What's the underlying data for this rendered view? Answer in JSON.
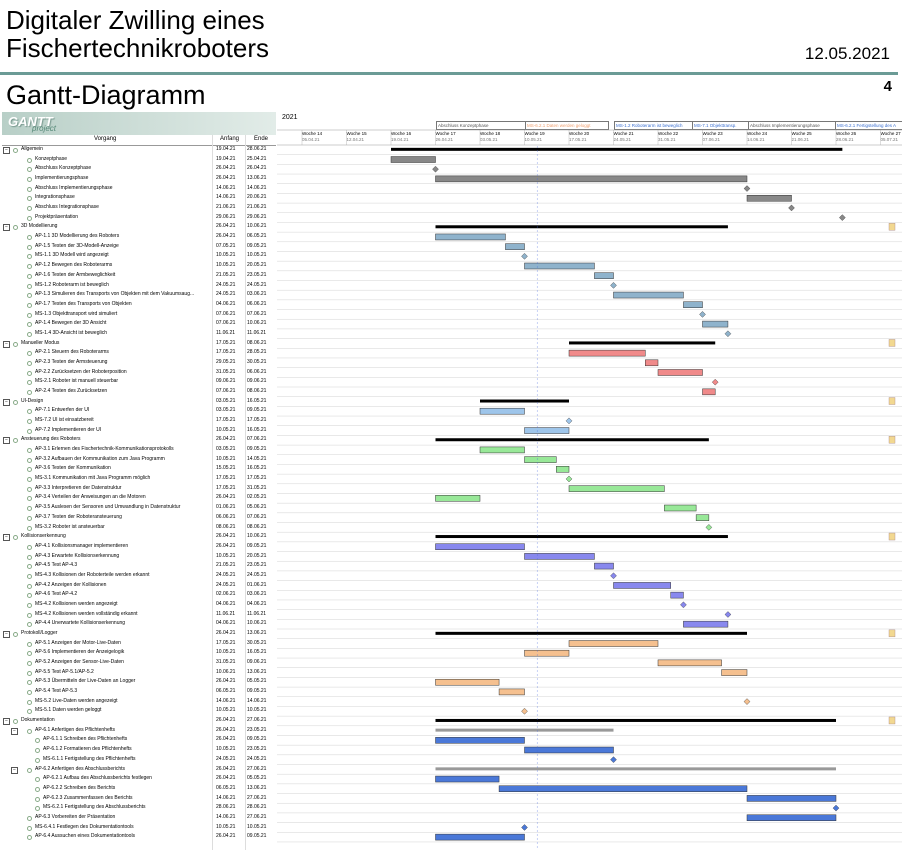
{
  "document": {
    "title_line1": "Digitaler Zwilling eines",
    "title_line2": "Fischertechnikroboters",
    "date": "12.05.2021",
    "subtitle": "Gantt-Diagramm",
    "page_number": "4"
  },
  "logo": {
    "brand": "GANTT",
    "tag": "project"
  },
  "columns": {
    "task": "Vorgang",
    "start": "Anfang",
    "end": "Ende"
  },
  "timeline": {
    "year": "2021",
    "weeks": [
      {
        "label": "Woche 14",
        "date": "05.04.21"
      },
      {
        "label": "Woche 15",
        "date": "12.04.21"
      },
      {
        "label": "Woche 16",
        "date": "19.04.21"
      },
      {
        "label": "Woche 17",
        "date": "26.04.21"
      },
      {
        "label": "Woche 18",
        "date": "03.05.21"
      },
      {
        "label": "Woche 19",
        "date": "10.05.21"
      },
      {
        "label": "Woche 20",
        "date": "17.05.21"
      },
      {
        "label": "Woche 21",
        "date": "24.05.21"
      },
      {
        "label": "Woche 22",
        "date": "31.05.21"
      },
      {
        "label": "Woche 23",
        "date": "07.06.21"
      },
      {
        "label": "Woche 24",
        "date": "14.06.21"
      },
      {
        "label": "Woche 25",
        "date": "21.06.21"
      },
      {
        "label": "Woche 26",
        "date": "28.06.21"
      },
      {
        "label": "Woche 27",
        "date": "05.07.21"
      }
    ],
    "milestone_labels": [
      {
        "text": "Abschluss Konzeptphase",
        "color": "#555555"
      },
      {
        "text": "MS-6.2.1 Daten werden geloggt",
        "color": "#f0a070"
      },
      {
        "text": "MS-1.2 Roboterarm ist beweglich",
        "color": "#3a6fd0"
      },
      {
        "text": "MS-7.1 Objekttransp.",
        "color": "#3a6fd0"
      },
      {
        "text": "Abschluss Implementierungsphase",
        "color": "#555555"
      },
      {
        "text": "MS-6.2.1 Fertigstellung des A",
        "color": "#3a6fd0"
      }
    ]
  },
  "colors": {
    "gray": "#888888",
    "blue": "#8fb3cc",
    "red": "#f08a8a",
    "lightblue": "#9ec5ea",
    "green": "#98e898",
    "violet": "#8888ee",
    "orange": "#f5c08f",
    "docblue": "#4a78d8"
  },
  "tasks": [
    {
      "name": "Allgemein",
      "start": "19.04.21",
      "end": "28.06.21",
      "level": 0,
      "type": "summary",
      "color": "gray",
      "toggle": "−"
    },
    {
      "name": "Konzeptphase",
      "start": "19.04.21",
      "end": "25.04.21",
      "level": 1,
      "type": "task",
      "color": "gray"
    },
    {
      "name": "Abschluss Konzeptphase",
      "start": "26.04.21",
      "end": "26.04.21",
      "level": 1,
      "type": "milestone",
      "color": "gray"
    },
    {
      "name": "Implementierungsphase",
      "start": "26.04.21",
      "end": "13.06.21",
      "level": 1,
      "type": "task",
      "color": "gray"
    },
    {
      "name": "Abschluss Implementierungsphase",
      "start": "14.06.21",
      "end": "14.06.21",
      "level": 1,
      "type": "milestone",
      "color": "gray"
    },
    {
      "name": "Integrationsphase",
      "start": "14.06.21",
      "end": "20.06.21",
      "level": 1,
      "type": "task",
      "color": "gray"
    },
    {
      "name": "Abschluss Integrationsphase",
      "start": "21.06.21",
      "end": "21.06.21",
      "level": 1,
      "type": "milestone",
      "color": "gray"
    },
    {
      "name": "Projektpräsentation",
      "start": "29.06.21",
      "end": "29.06.21",
      "level": 1,
      "type": "milestone",
      "color": "gray"
    },
    {
      "name": "3D Modellierung",
      "start": "26.04.21",
      "end": "10.06.21",
      "level": 0,
      "type": "summary",
      "color": "blue",
      "toggle": "−"
    },
    {
      "name": "AP-1.1 3D Modellierung des Roboters",
      "start": "26.04.21",
      "end": "06.05.21",
      "level": 1,
      "type": "task",
      "color": "blue"
    },
    {
      "name": "AP-1.5 Testen der 3D-Modell-Anzeige",
      "start": "07.05.21",
      "end": "09.05.21",
      "level": 1,
      "type": "task",
      "color": "blue"
    },
    {
      "name": "MS-1.1 3D Modell wird angezeigt",
      "start": "10.05.21",
      "end": "10.05.21",
      "level": 1,
      "type": "milestone",
      "color": "blue"
    },
    {
      "name": "AP-1.2 Bewegen des Roboterarms",
      "start": "10.05.21",
      "end": "20.05.21",
      "level": 1,
      "type": "task",
      "color": "blue"
    },
    {
      "name": "AP-1.6 Testen der Armbeweglichkeit",
      "start": "21.05.21",
      "end": "23.05.21",
      "level": 1,
      "type": "task",
      "color": "blue"
    },
    {
      "name": "MS-1.2 Roboterarm ist beweglich",
      "start": "24.05.21",
      "end": "24.05.21",
      "level": 1,
      "type": "milestone",
      "color": "blue"
    },
    {
      "name": "AP-1.3 Simulieren des Transports von Objekten mit dem Vakuumsaug...",
      "start": "24.05.21",
      "end": "03.06.21",
      "level": 1,
      "type": "task",
      "color": "blue"
    },
    {
      "name": "AP-1.7 Testen des Transports von Objekten",
      "start": "04.06.21",
      "end": "06.06.21",
      "level": 1,
      "type": "task",
      "color": "blue"
    },
    {
      "name": "MS-1.3 Objekttransport wird simuliert",
      "start": "07.06.21",
      "end": "07.06.21",
      "level": 1,
      "type": "milestone",
      "color": "blue"
    },
    {
      "name": "AP-1.4 Bewegen der 3D Ansicht",
      "start": "07.06.21",
      "end": "10.06.21",
      "level": 1,
      "type": "task",
      "color": "blue"
    },
    {
      "name": "MS-1.4 3D-Ansicht ist beweglich",
      "start": "11.06.21",
      "end": "11.06.21",
      "level": 1,
      "type": "milestone",
      "color": "blue"
    },
    {
      "name": "Manueller Modus",
      "start": "17.05.21",
      "end": "08.06.21",
      "level": 0,
      "type": "summary",
      "color": "red",
      "toggle": "−"
    },
    {
      "name": "AP-2.1 Steuern des Roboterarms",
      "start": "17.05.21",
      "end": "28.05.21",
      "level": 1,
      "type": "task",
      "color": "red"
    },
    {
      "name": "AP-2.3 Testen der Armsteuerung",
      "start": "29.05.21",
      "end": "30.05.21",
      "level": 1,
      "type": "task",
      "color": "red"
    },
    {
      "name": "AP-2.2 Zurücksetzen der Roboterposition",
      "start": "31.05.21",
      "end": "06.06.21",
      "level": 1,
      "type": "task",
      "color": "red"
    },
    {
      "name": "MS-2.1 Roboter ist manuell steuerbar",
      "start": "09.06.21",
      "end": "09.06.21",
      "level": 1,
      "type": "milestone",
      "color": "red"
    },
    {
      "name": "AP-2.4 Testen des Zurücksetzen",
      "start": "07.06.21",
      "end": "08.06.21",
      "level": 1,
      "type": "task",
      "color": "red"
    },
    {
      "name": "UI-Design",
      "start": "03.05.21",
      "end": "16.05.21",
      "level": 0,
      "type": "summary",
      "color": "lightblue",
      "toggle": "−"
    },
    {
      "name": "AP-7.1 Entwerfen der UI",
      "start": "03.05.21",
      "end": "09.05.21",
      "level": 1,
      "type": "task",
      "color": "lightblue"
    },
    {
      "name": "MS-7.2 UI ist einsatzbereit",
      "start": "17.05.21",
      "end": "17.05.21",
      "level": 1,
      "type": "milestone",
      "color": "lightblue"
    },
    {
      "name": "AP-7.2 Implementieren der UI",
      "start": "10.05.21",
      "end": "16.05.21",
      "level": 1,
      "type": "task",
      "color": "lightblue"
    },
    {
      "name": "Ansteuerung des Roboters",
      "start": "26.04.21",
      "end": "07.06.21",
      "level": 0,
      "type": "summary",
      "color": "green",
      "toggle": "−"
    },
    {
      "name": "AP-3.1 Erlernen des Fischertechnik-Kommunikationsprotokolls",
      "start": "03.05.21",
      "end": "09.05.21",
      "level": 1,
      "type": "task",
      "color": "green"
    },
    {
      "name": "AP-3.2 Aufbauen der Kommunikation zum Java Programm",
      "start": "10.05.21",
      "end": "14.05.21",
      "level": 1,
      "type": "task",
      "color": "green"
    },
    {
      "name": "AP-3.6 Testen der Kommunikation",
      "start": "15.05.21",
      "end": "16.05.21",
      "level": 1,
      "type": "task",
      "color": "green"
    },
    {
      "name": "MS-3.1 Kommunikation mit Java Programm möglich",
      "start": "17.05.21",
      "end": "17.05.21",
      "level": 1,
      "type": "milestone",
      "color": "green"
    },
    {
      "name": "AP-3.3 Interpretieren der Datenstruktur",
      "start": "17.05.21",
      "end": "31.05.21",
      "level": 1,
      "type": "task",
      "color": "green"
    },
    {
      "name": "AP-3.4 Verteilen der Anweisungen an die Motoren",
      "start": "26.04.21",
      "end": "02.05.21",
      "level": 1,
      "type": "task",
      "color": "green"
    },
    {
      "name": "AP-3.5 Auslesen der Sensoren und Umwandlung in Datenstruktur",
      "start": "01.06.21",
      "end": "05.06.21",
      "level": 1,
      "type": "task",
      "color": "green"
    },
    {
      "name": "AP-3.7 Testen der Roboteransteuerung",
      "start": "06.06.21",
      "end": "07.06.21",
      "level": 1,
      "type": "task",
      "color": "green"
    },
    {
      "name": "MS-3.2 Roboter ist ansteuerbar",
      "start": "08.06.21",
      "end": "08.06.21",
      "level": 1,
      "type": "milestone",
      "color": "green"
    },
    {
      "name": "Kollisionserkennung",
      "start": "26.04.21",
      "end": "10.06.21",
      "level": 0,
      "type": "summary",
      "color": "violet",
      "toggle": "−"
    },
    {
      "name": "AP-4.1 Kollisionsmanager implementieren",
      "start": "26.04.21",
      "end": "09.05.21",
      "level": 1,
      "type": "task",
      "color": "violet"
    },
    {
      "name": "AP-4.3 Erwartete Kollisionserkennung",
      "start": "10.05.21",
      "end": "20.05.21",
      "level": 1,
      "type": "task",
      "color": "violet"
    },
    {
      "name": "AP-4.5 Test AP-4.3",
      "start": "21.05.21",
      "end": "23.05.21",
      "level": 1,
      "type": "task",
      "color": "violet"
    },
    {
      "name": "MS-4.3 Kollisionen der Roboterteile werden erkannt",
      "start": "24.05.21",
      "end": "24.05.21",
      "level": 1,
      "type": "milestone",
      "color": "violet"
    },
    {
      "name": "AP-4.2 Anzeigen der Kollisionen",
      "start": "24.05.21",
      "end": "01.06.21",
      "level": 1,
      "type": "task",
      "color": "violet"
    },
    {
      "name": "AP-4.6 Test AP-4.2",
      "start": "02.06.21",
      "end": "03.06.21",
      "level": 1,
      "type": "task",
      "color": "violet"
    },
    {
      "name": "MS-4.2 Kollisionen werden angezeigt",
      "start": "04.06.21",
      "end": "04.06.21",
      "level": 1,
      "type": "milestone",
      "color": "violet"
    },
    {
      "name": "MS-4.2 Kollisionen werden vollständig erkannt",
      "start": "11.06.21",
      "end": "11.06.21",
      "level": 1,
      "type": "milestone",
      "color": "violet"
    },
    {
      "name": "AP-4.4 Unerwartete Kollisionserkennung",
      "start": "04.06.21",
      "end": "10.06.21",
      "level": 1,
      "type": "task",
      "color": "violet"
    },
    {
      "name": "Protokoll/Logger",
      "start": "26.04.21",
      "end": "13.06.21",
      "level": 0,
      "type": "summary",
      "color": "orange",
      "toggle": "−"
    },
    {
      "name": "AP-5.1 Anzeigen der Motor-Live-Daten",
      "start": "17.05.21",
      "end": "30.05.21",
      "level": 1,
      "type": "task",
      "color": "orange"
    },
    {
      "name": "AP-5.6 Implementieren der Anzeigelogik",
      "start": "10.05.21",
      "end": "16.05.21",
      "level": 1,
      "type": "task",
      "color": "orange"
    },
    {
      "name": "AP-5.2 Anzeigen der Sensor-Live-Daten",
      "start": "31.05.21",
      "end": "09.06.21",
      "level": 1,
      "type": "task",
      "color": "orange"
    },
    {
      "name": "AP-5.5 Test AP-5.1/AP-5.2",
      "start": "10.06.21",
      "end": "13.06.21",
      "level": 1,
      "type": "task",
      "color": "orange"
    },
    {
      "name": "AP-5.3 Übermitteln der Live-Daten an Logger",
      "start": "26.04.21",
      "end": "05.05.21",
      "level": 1,
      "type": "task",
      "color": "orange"
    },
    {
      "name": "AP-5.4 Test AP-5.3",
      "start": "06.05.21",
      "end": "09.05.21",
      "level": 1,
      "type": "task",
      "color": "orange"
    },
    {
      "name": "MS-5.2 Live-Daten werden angezeigt",
      "start": "14.06.21",
      "end": "14.06.21",
      "level": 1,
      "type": "milestone",
      "color": "orange"
    },
    {
      "name": "MS-5.1 Daten werden geloggt",
      "start": "10.05.21",
      "end": "10.05.21",
      "level": 1,
      "type": "milestone",
      "color": "orange"
    },
    {
      "name": "Dokumentation",
      "start": "26.04.21",
      "end": "27.06.21",
      "level": 0,
      "type": "summary",
      "color": "docblue",
      "toggle": "−"
    },
    {
      "name": "AP-6.1 Anfertigen des Pflichtenhefts",
      "start": "26.04.21",
      "end": "23.05.21",
      "level": 1,
      "type": "subsummary",
      "color": "docblue",
      "toggle": "−"
    },
    {
      "name": "AP-6.1.1 Schreiben des Pflichtenhefts",
      "start": "26.04.21",
      "end": "09.05.21",
      "level": 2,
      "type": "task",
      "color": "docblue"
    },
    {
      "name": "AP-6.1.2 Formatieren des Pflichtenhefts",
      "start": "10.05.21",
      "end": "23.05.21",
      "level": 2,
      "type": "task",
      "color": "docblue"
    },
    {
      "name": "MS-6.1.1 Fertigstellung des Pflichtenhefts",
      "start": "24.05.21",
      "end": "24.05.21",
      "level": 2,
      "type": "milestone",
      "color": "docblue"
    },
    {
      "name": "AP-6.2 Anfertigen des Abschlussberichts",
      "start": "26.04.21",
      "end": "27.06.21",
      "level": 1,
      "type": "subsummary",
      "color": "docblue",
      "toggle": "−"
    },
    {
      "name": "AP-6.2.1 Aufbau des Abschlussberichts festlegen",
      "start": "26.04.21",
      "end": "05.05.21",
      "level": 2,
      "type": "task",
      "color": "docblue"
    },
    {
      "name": "AP-6.2.2 Schreiben des Berichts",
      "start": "06.05.21",
      "end": "13.06.21",
      "level": 2,
      "type": "task",
      "color": "docblue"
    },
    {
      "name": "AP-6.2.3 Zusammenfassen des Berichts",
      "start": "14.06.21",
      "end": "27.06.21",
      "level": 2,
      "type": "task",
      "color": "docblue"
    },
    {
      "name": "MS-6.2.1 Fertigstellung des Abschlussberichts",
      "start": "28.06.21",
      "end": "28.06.21",
      "level": 2,
      "type": "milestone",
      "color": "docblue"
    },
    {
      "name": "AP-6.3 Vorbereiten der Präsentation",
      "start": "14.06.21",
      "end": "27.06.21",
      "level": 1,
      "type": "task",
      "color": "docblue"
    },
    {
      "name": "MS-6.4.1 Festlegen des Dokumentationtools",
      "start": "10.05.21",
      "end": "10.05.21",
      "level": 1,
      "type": "milestone",
      "color": "docblue"
    },
    {
      "name": "AP-6.4 Aussuchen eines Dokumentationtools",
      "start": "26.04.21",
      "end": "09.05.21",
      "level": 1,
      "type": "task",
      "color": "docblue"
    }
  ]
}
